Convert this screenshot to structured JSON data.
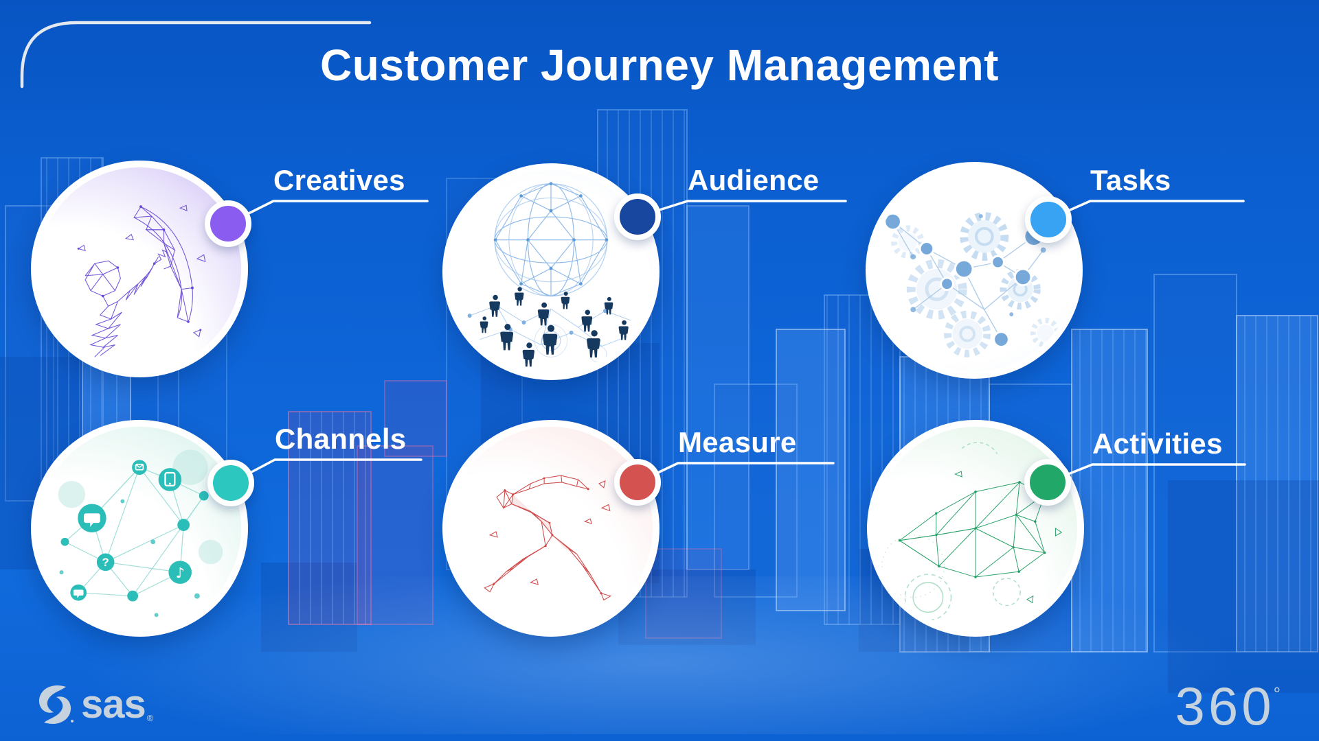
{
  "title": "Customer Journey Management",
  "items": [
    {
      "label": "Creatives",
      "dot_color": "#8a5cf0",
      "art_icon": "wireframe-artist-illustration",
      "tint": "#b4a0ee"
    },
    {
      "label": "Audience",
      "dot_color": "#17479e",
      "art_icon": "network-globe-people-illustration",
      "tint": "#d9e6f6"
    },
    {
      "label": "Tasks",
      "dot_color": "#38a2f3",
      "art_icon": "gears-network-illustration",
      "tint": "#ddeaf8"
    },
    {
      "label": "Channels",
      "dot_color": "#2cc8c0",
      "art_icon": "channel-icons-network-illustration",
      "tint": "#c2ebe3"
    },
    {
      "label": "Measure",
      "dot_color": "#d45250",
      "art_icon": "wireframe-runner-illustration",
      "tint": "#f3cfcd"
    },
    {
      "label": "Activities",
      "dot_color": "#21a768",
      "art_icon": "wireframe-arrow-gears-illustration",
      "tint": "#c9ecd8"
    }
  ],
  "footer": {
    "sas_logo_text": "sas",
    "sas_registered": "®",
    "badge_360": "360",
    "degree_symbol": "°"
  },
  "colors": {
    "background_blue": "#0e66d8",
    "line_white": "#ffffff",
    "logo_gray": "#c6d2de"
  }
}
